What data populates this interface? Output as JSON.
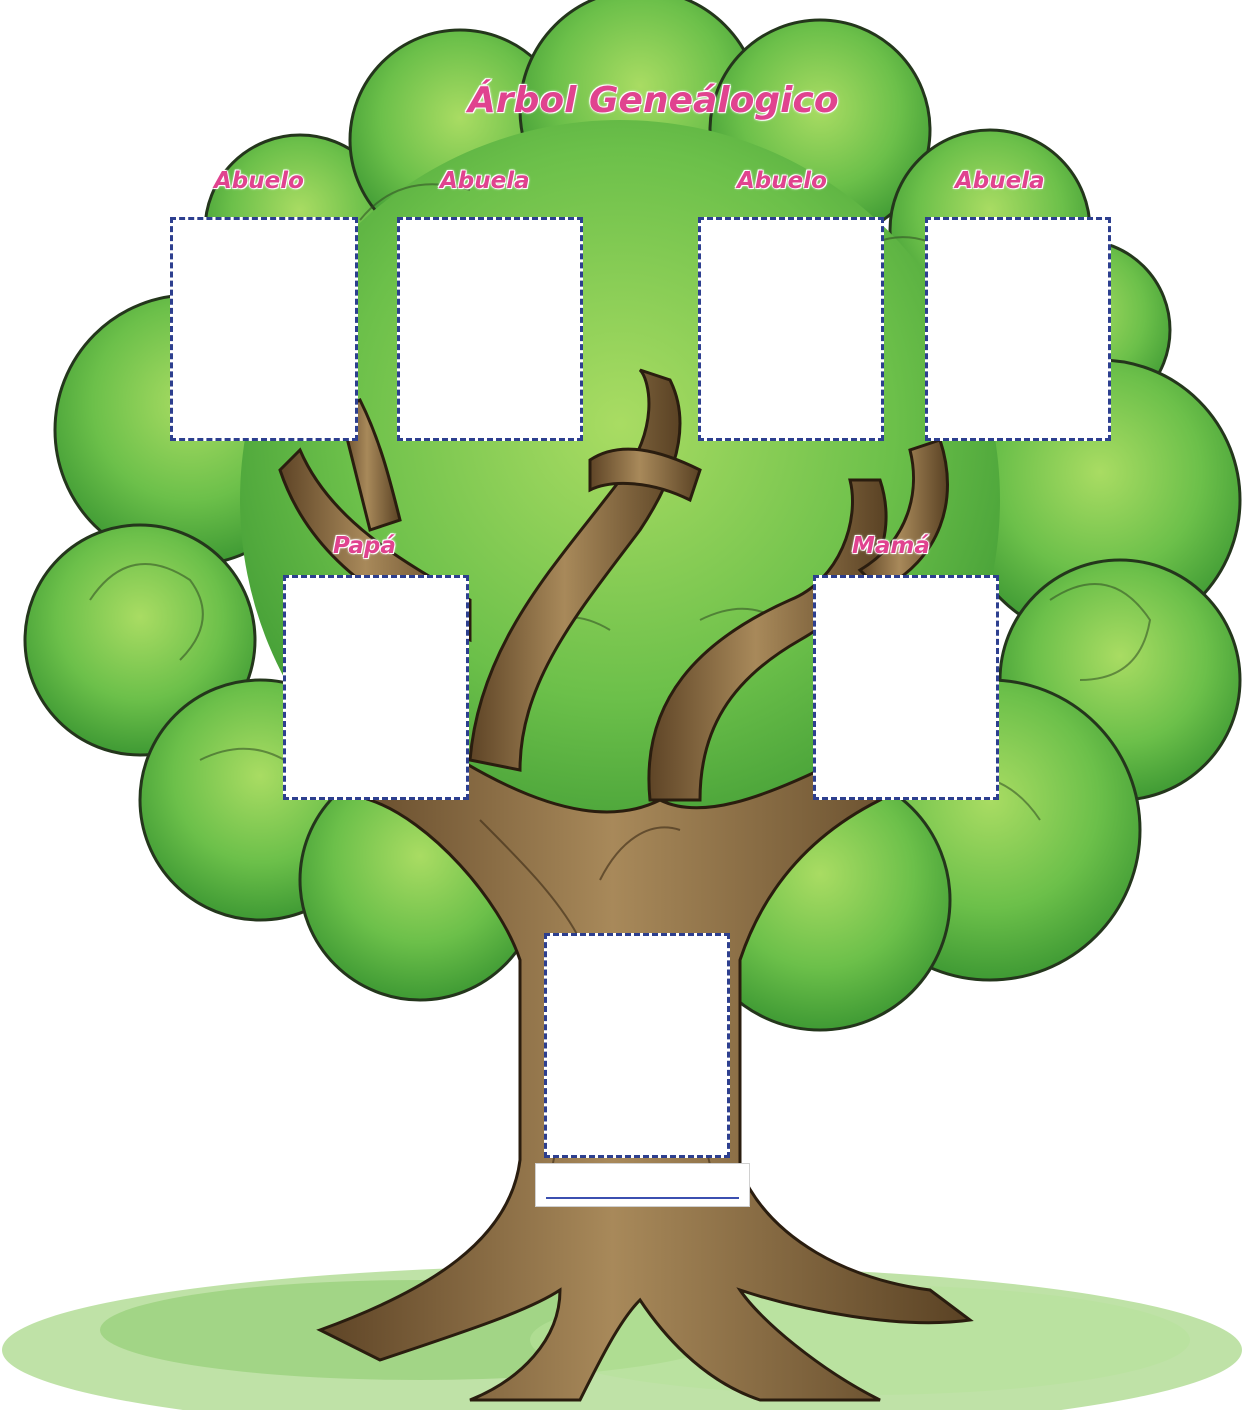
{
  "title": "Árbol Geneálogico",
  "grandparents": [
    {
      "label": "Abuelo"
    },
    {
      "label": "Abuela"
    },
    {
      "label": "Abuelo"
    },
    {
      "label": "Abuela"
    }
  ],
  "parents": [
    {
      "label": "Papá"
    },
    {
      "label": "Mamá"
    }
  ],
  "child": {
    "name_value": ""
  },
  "colors": {
    "title_pink": "#e0438f",
    "frame_dash": "#2d3f8f",
    "foliage": "#6cc04a",
    "trunk": "#8a6a3e",
    "grass": "#9fd17c"
  }
}
